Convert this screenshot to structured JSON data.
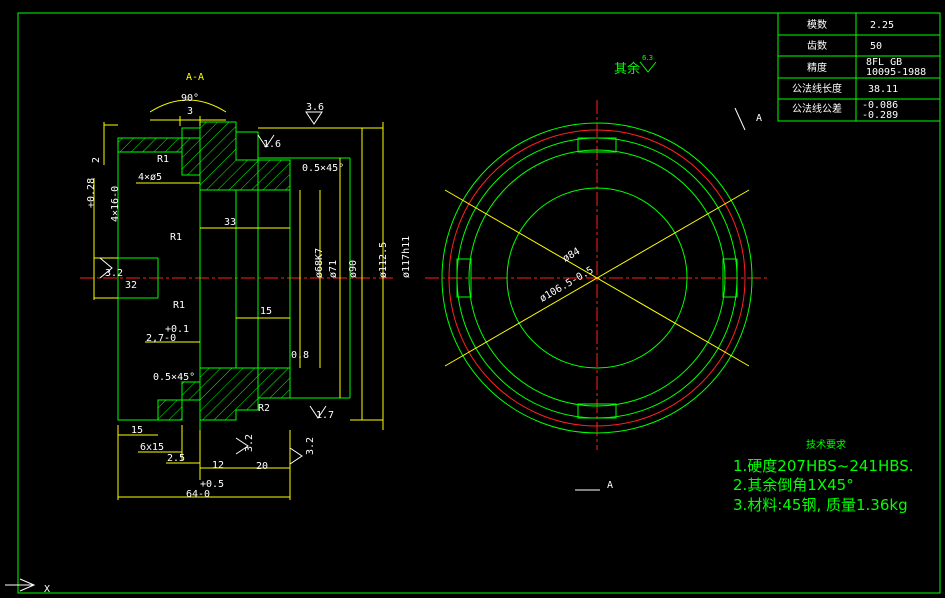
{
  "table": {
    "rows": [
      {
        "label": "模数",
        "value": "2.25"
      },
      {
        "label": "齿数",
        "value": "50"
      },
      {
        "label": "精度",
        "value": "8FL GB",
        "value2": "10095-1988"
      },
      {
        "label": "公法线长度",
        "value": "38.11"
      },
      {
        "label": "公法线公差",
        "value": "-0.086",
        "value2": "-0.289"
      }
    ]
  },
  "section_title": "A-A",
  "roughness_other": "其余",
  "roughness_other_value": "6.3",
  "section_mark": "A",
  "tech": {
    "title": "技术要求",
    "line1": "1.硬度207HBS~241HBS.",
    "line2": "2.其余倒角1X45°",
    "line3": "3.材料:45钢, 质量1.36kg"
  },
  "dims": {
    "angle90": "90°",
    "d3": "3",
    "r3_6": "3.6",
    "r1_6": "1.6",
    "d2": "2",
    "r1_top": "R1",
    "holes": "4×ø5",
    "chamfer_top": "0.5×45°",
    "tol_028": "+0.28",
    "slot": "4×16-0",
    "r1_mid": "R1",
    "d33": "33",
    "r3_2a": "3.2",
    "d32": "32",
    "r1_low": "R1",
    "d15_in": "15",
    "tol_01": "+0.1",
    "d27": "2,7-0",
    "chamfer_low": "0.5×45°",
    "r2": "R2",
    "r0_8": "0.8",
    "r1_7": "1.7",
    "d15": "15",
    "d6x15": "6x15",
    "d2_5": "2.5",
    "d12": "12",
    "d20": "20",
    "tol_05": "+0.5",
    "d64": "64-0",
    "dia68": "ø68K7",
    "dia71": "ø71",
    "dia90": "ø90",
    "dia112": "ø112.5",
    "dia117": "ø117h11",
    "dia84": "ø84",
    "dia106": "ø106.5-0.5",
    "r3_2b": "3.2",
    "r3_2c": "3.2"
  },
  "ucs": "X"
}
